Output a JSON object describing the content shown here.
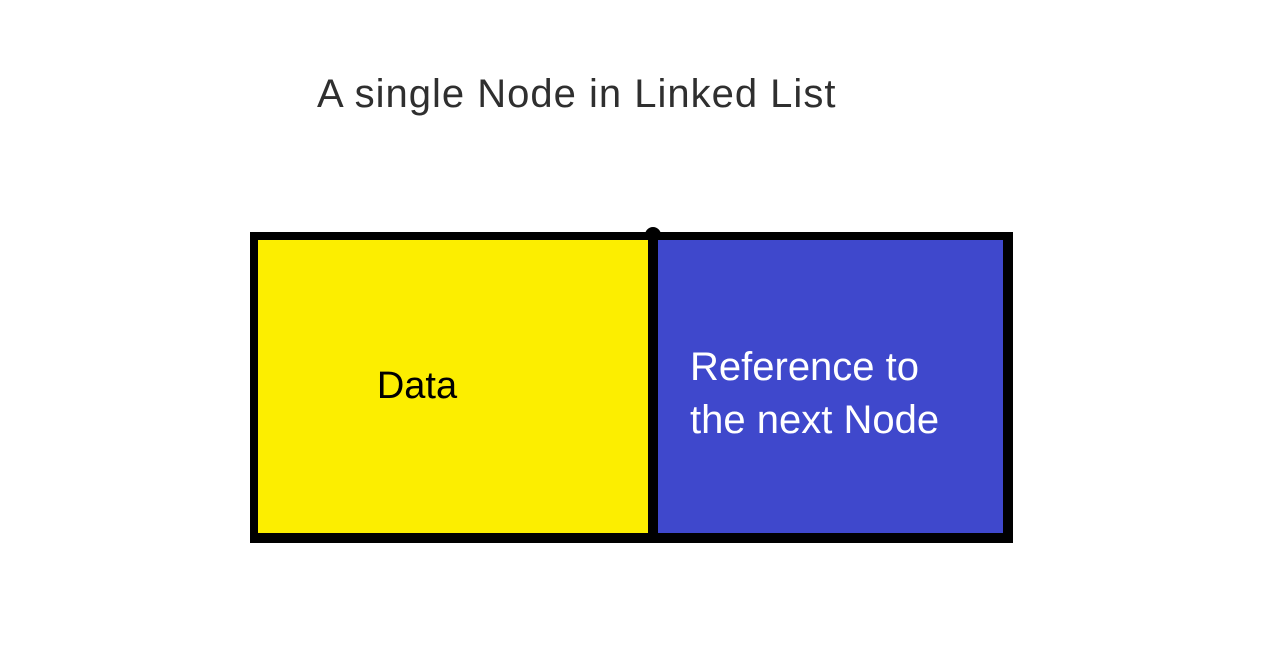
{
  "title": {
    "text": "A single Node in Linked List",
    "color": "#2f2f2f"
  },
  "diagram": {
    "description": "single-node-of-linked-list",
    "border_color": "#000000",
    "data_cell": {
      "label": "Data",
      "bg": "#FCEE00",
      "text_color": "#000000"
    },
    "reference_cell": {
      "lines": [
        "Reference to",
        "the next Node"
      ],
      "bg": "#3F48CC",
      "text_color": "#ffffff"
    }
  }
}
